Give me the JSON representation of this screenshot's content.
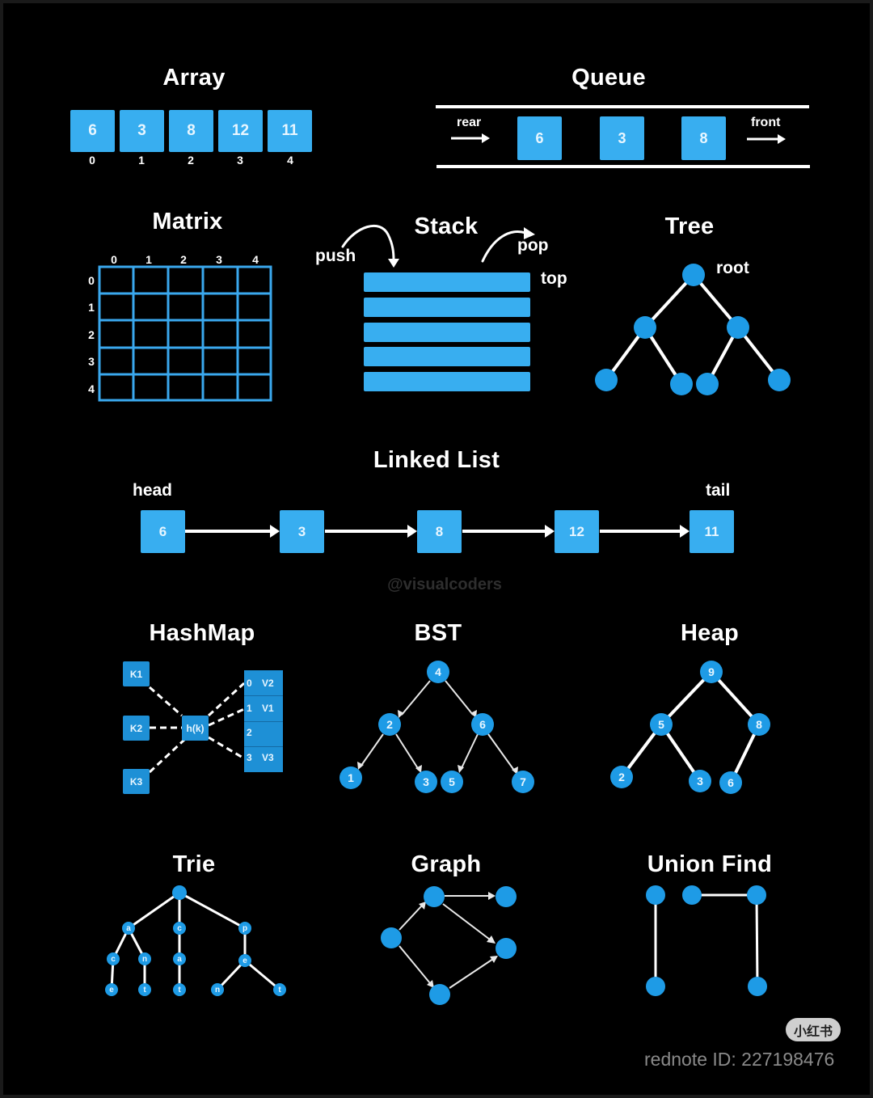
{
  "colors": {
    "background": "#000000",
    "accent_blue": "#38aef0",
    "node_blue": "#1e9be6",
    "text": "#ffffff",
    "watermark": "#2e2e2e"
  },
  "array": {
    "title": "Array",
    "values": [
      "6",
      "3",
      "8",
      "12",
      "11"
    ],
    "indices": [
      "0",
      "1",
      "2",
      "3",
      "4"
    ]
  },
  "queue": {
    "title": "Queue",
    "rear_label": "rear",
    "front_label": "front",
    "values": [
      "6",
      "3",
      "8"
    ]
  },
  "matrix": {
    "title": "Matrix",
    "col_labels": [
      "0",
      "1",
      "2",
      "3",
      "4"
    ],
    "row_labels": [
      "0",
      "1",
      "2",
      "3",
      "4"
    ]
  },
  "stack": {
    "title": "Stack",
    "push_label": "push",
    "pop_label": "pop",
    "top_label": "top",
    "layers": 5
  },
  "tree": {
    "title": "Tree",
    "root_label": "root"
  },
  "linked_list": {
    "title": "Linked List",
    "head_label": "head",
    "tail_label": "tail",
    "values": [
      "6",
      "3",
      "8",
      "12",
      "11"
    ]
  },
  "watermark": "@visualcoders",
  "hashmap": {
    "title": "HashMap",
    "keys": [
      "K1",
      "K2",
      "K3"
    ],
    "hash_fn": "h(k)",
    "buckets": [
      {
        "index": "0",
        "value": "V2"
      },
      {
        "index": "1",
        "value": "V1"
      },
      {
        "index": "2",
        "value": ""
      },
      {
        "index": "3",
        "value": "V3"
      }
    ]
  },
  "bst": {
    "title": "BST",
    "nodes": [
      "4",
      "2",
      "6",
      "1",
      "3",
      "5",
      "7"
    ]
  },
  "heap": {
    "title": "Heap",
    "nodes": [
      "9",
      "5",
      "8",
      "2",
      "3",
      "6"
    ]
  },
  "trie": {
    "title": "Trie",
    "nodes": [
      "a",
      "c",
      "p",
      "c",
      "n",
      "a",
      "e",
      "e",
      "t",
      "t",
      "n",
      "t"
    ]
  },
  "graph": {
    "title": "Graph"
  },
  "union_find": {
    "title": "Union Find"
  },
  "footer": {
    "badge": "小红书",
    "rednote_id": "rednote ID: 227198476"
  }
}
